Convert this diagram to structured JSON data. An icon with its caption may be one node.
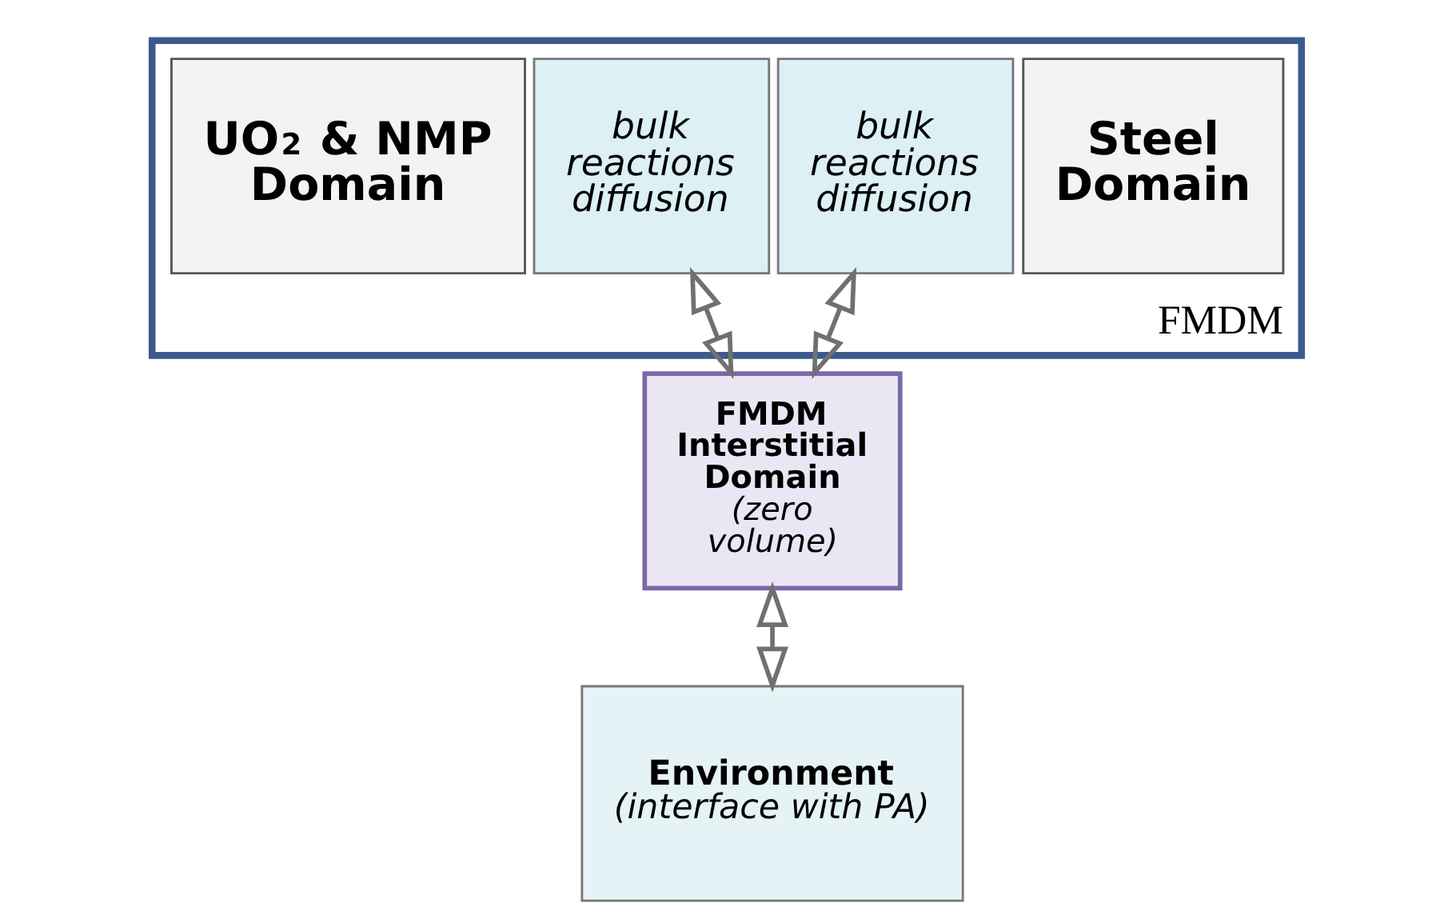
{
  "diagram": {
    "nodes": [
      {
        "text": [
          "FMDM"
        ]
      },
      {
        "text": [
          "UO$_{2}$ & NMP Domain"
        ],
        "in": 0
      },
      {
        "text": [
          "bulk reactions diffusion"
        ],
        "in": 0
      },
      {
        "text": [
          "bulk reactions diffusion"
        ],
        "in": 0
      },
      {
        "text": [
          "Steel Domain"
        ],
        "in": 0
      },
      {
        "text": [
          "FMDM Interstitial Domain",
          "(zero volume)"
        ]
      },
      {
        "text": [
          "Environment",
          "(interface with PA)"
        ]
      }
    ],
    "edges": [
      {
        "from": 2,
        "to": 5,
        "arrow": "both"
      },
      {
        "from": 3,
        "to": 5,
        "arrow": "both"
      },
      {
        "from": 5,
        "to": 6,
        "arrow": "both"
      }
    ]
  }
}
